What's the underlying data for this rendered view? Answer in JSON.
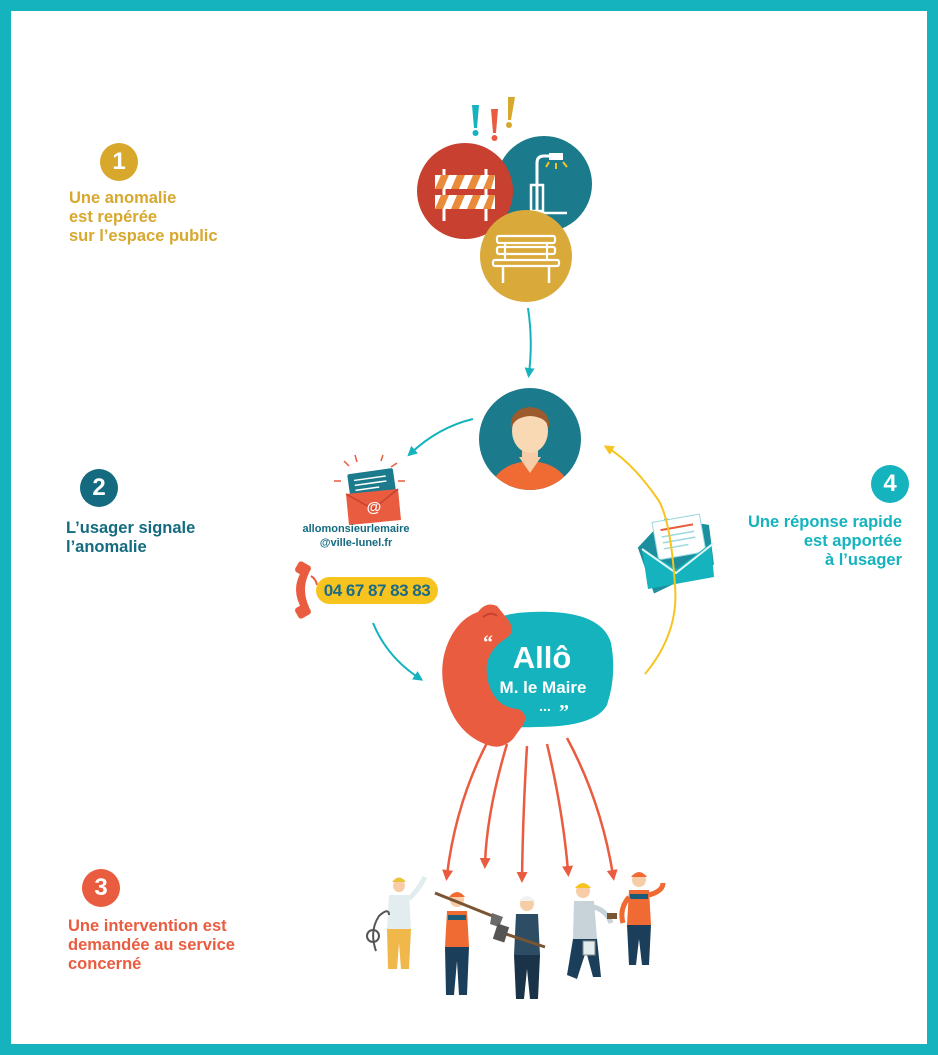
{
  "steps": [
    {
      "number": "1",
      "lines": [
        "Une anomalie",
        "est repérée",
        "sur l’espace public"
      ]
    },
    {
      "number": "2",
      "lines": [
        "L’usager signale",
        "l’anomalie"
      ]
    },
    {
      "number": "3",
      "lines": [
        "Une intervention est",
        "demandée au service",
        "concerné"
      ]
    },
    {
      "number": "4",
      "lines": [
        "Une réponse rapide",
        "est apportée",
        "à l’usager"
      ]
    }
  ],
  "contact": {
    "email_line1": "allomonsieurlemaire",
    "email_line2": "@ville-lunel.fr",
    "email_symbol": "@",
    "phone": "04 67 87 83 83"
  },
  "logo": {
    "brand": "Allô",
    "subtitle": "M. le Maire"
  },
  "colors": {
    "frame": "#14b3bd",
    "step1": "#d8a82d",
    "step2": "#146b80",
    "step3": "#e95c3f",
    "step4": "#14b3bd"
  }
}
